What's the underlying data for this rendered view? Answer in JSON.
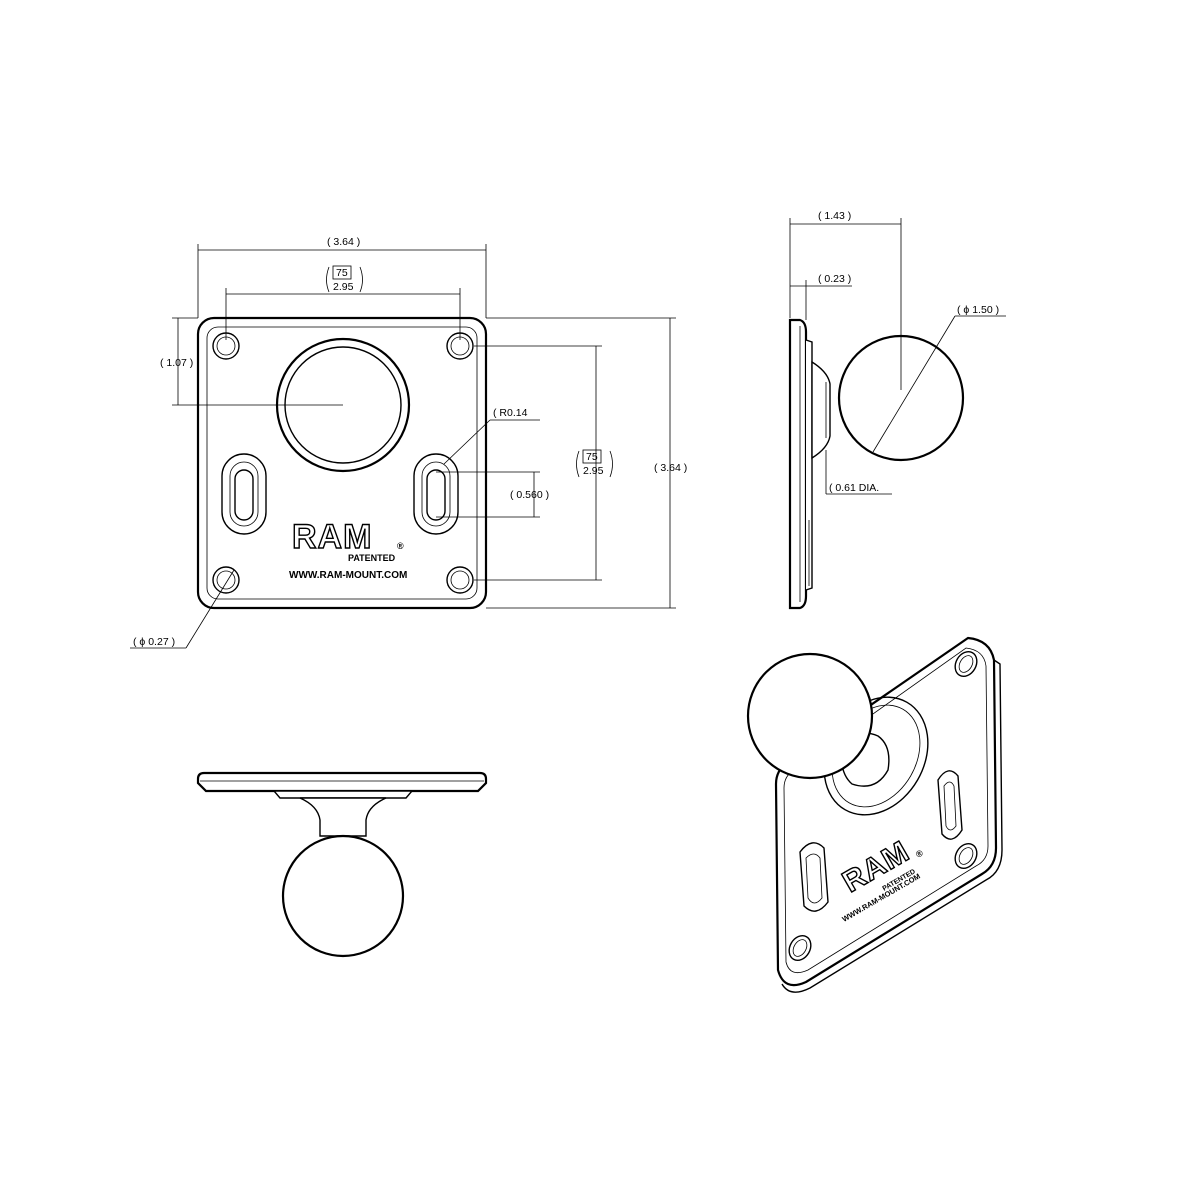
{
  "dimensions": {
    "front_width": "3.64",
    "front_height": "3.64",
    "hole_spacing_h_metric": "75",
    "hole_spacing_h_inch": "2.95",
    "hole_spacing_v_metric": "75",
    "hole_spacing_v_inch": "2.95",
    "center_offset": "1.07",
    "slot_radius": "R0.14",
    "slot_length": "0.560",
    "hole_diameter": "ϕ 0.27",
    "side_depth": "1.43",
    "plate_thickness": "0.23",
    "ball_diameter": "ϕ 1.50",
    "neck_diameter": "0.61 DIA."
  },
  "logo": {
    "brand": "RAM",
    "registered": "®",
    "patented": "PATENTED",
    "url": "WWW.RAM-MOUNT.COM"
  }
}
